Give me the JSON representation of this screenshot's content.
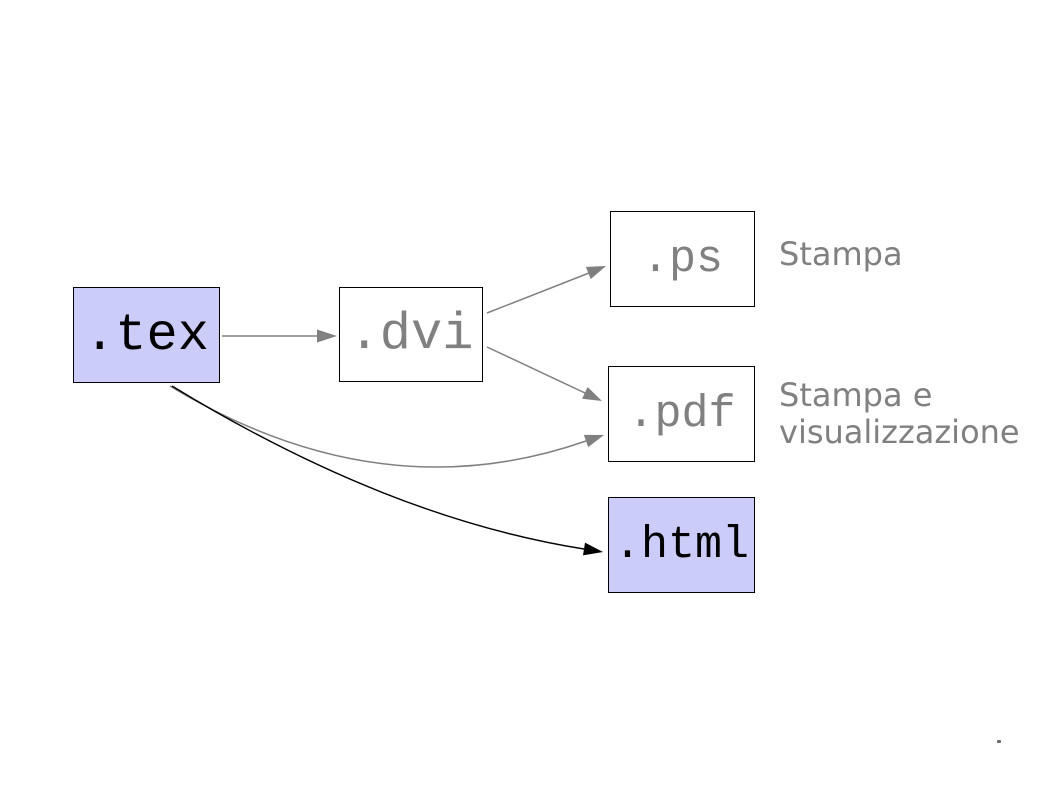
{
  "title": "LaTeX output formats diagram",
  "nodes": {
    "tex": {
      "label": ".tex",
      "highlighted": true
    },
    "dvi": {
      "label": ".dvi",
      "highlighted": false
    },
    "ps": {
      "label": ".ps",
      "highlighted": false
    },
    "pdf": {
      "label": ".pdf",
      "highlighted": false
    },
    "html": {
      "label": ".html",
      "highlighted": true
    }
  },
  "notes": {
    "ps_note": "Stampa",
    "pdf_note_line1": "Stampa e",
    "pdf_note_line2": "visualizzazione"
  },
  "edges": [
    {
      "from": "tex",
      "to": "dvi",
      "style": "straight",
      "color": "gray"
    },
    {
      "from": "dvi",
      "to": "ps",
      "style": "straight",
      "color": "gray"
    },
    {
      "from": "dvi",
      "to": "pdf",
      "style": "straight",
      "color": "gray"
    },
    {
      "from": "tex",
      "to": "pdf",
      "style": "curved",
      "color": "gray"
    },
    {
      "from": "tex",
      "to": "html",
      "style": "curved",
      "color": "black"
    }
  ],
  "colors": {
    "background": "#ffffff",
    "node_highlight": "#ccccf8",
    "node_plain": "#ffffff",
    "muted_text": "#808080",
    "arrow_gray": "#808080",
    "arrow_black": "#000000"
  }
}
